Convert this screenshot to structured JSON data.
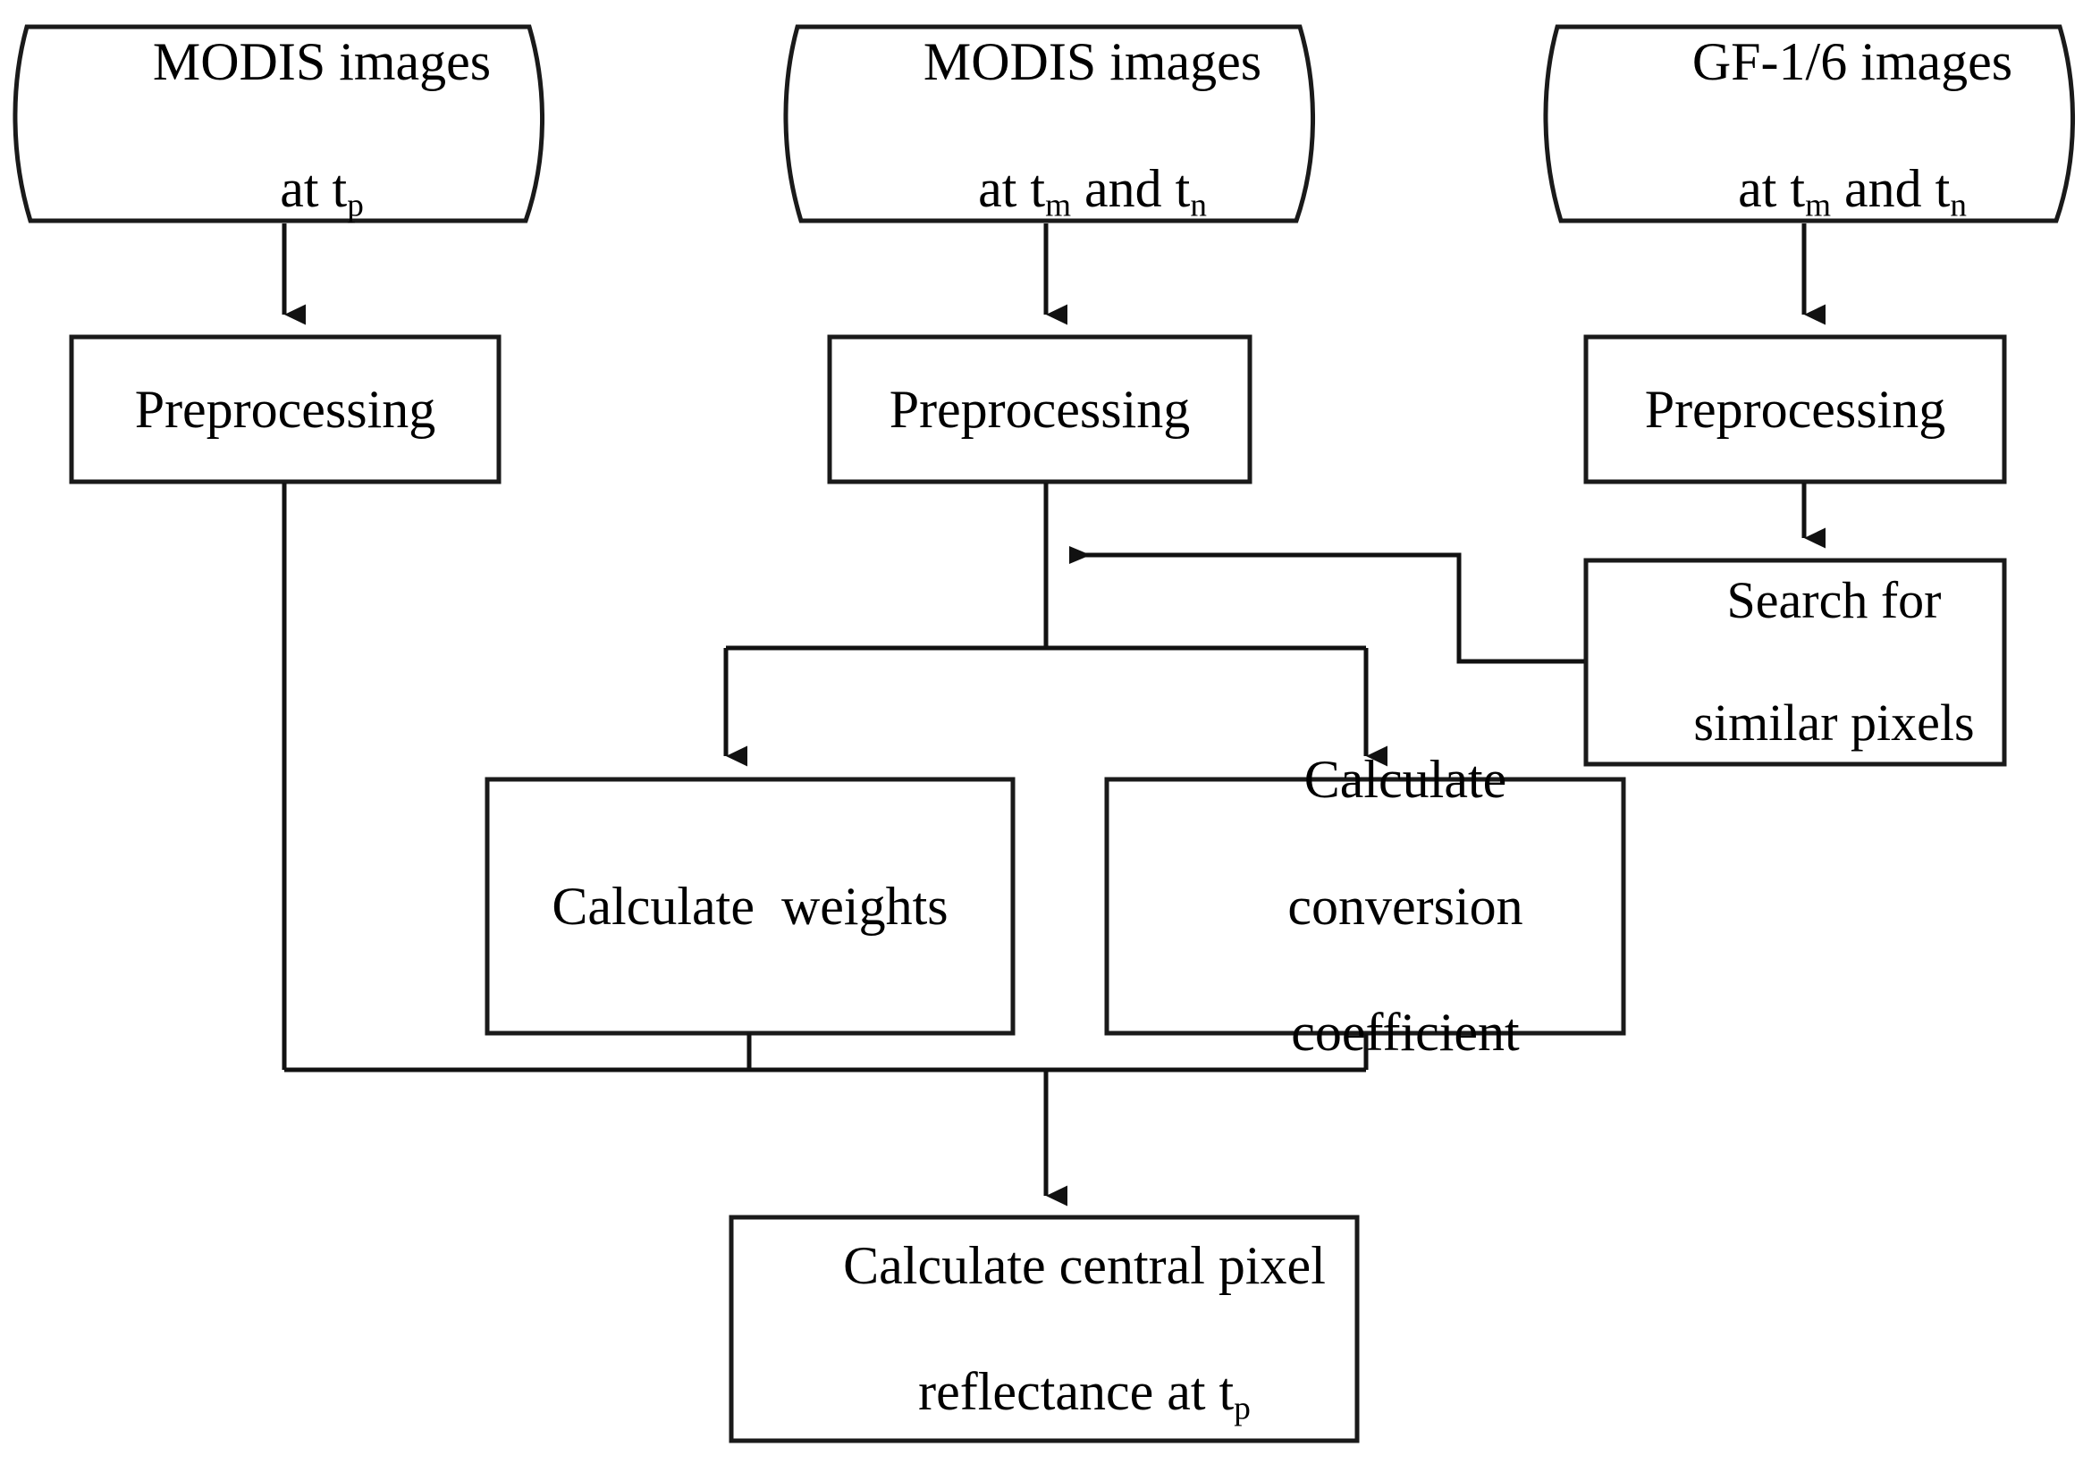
{
  "diagram": {
    "title": "Spatiotemporal fusion workflow flowchart",
    "stroke_color": "#1a1a1a",
    "fill_color": "#ffffff",
    "background": "#ffffff"
  },
  "nodes": {
    "doc_modis_tp": {
      "shape": "document-tape",
      "line1": "MODIS images",
      "line2_prefix": "at t",
      "line2_sub": "p",
      "line2_suffix": ""
    },
    "doc_modis_tmtn": {
      "shape": "document-tape",
      "line1": "MODIS images",
      "line2_prefix": "at t",
      "line2_sub": "m",
      "line2_mid": " and t",
      "line2_sub2": "n",
      "line2_suffix": ""
    },
    "doc_gf_tmtn": {
      "shape": "document-tape",
      "line1": "GF-1/6 images",
      "line2_prefix": "at t",
      "line2_sub": "m",
      "line2_mid": " and t",
      "line2_sub2": "n",
      "line2_suffix": ""
    },
    "preprocessing_left": {
      "shape": "rectangle",
      "label": "Preprocessing"
    },
    "preprocessing_middle": {
      "shape": "rectangle",
      "label": "Preprocessing"
    },
    "preprocessing_right": {
      "shape": "rectangle",
      "label": "Preprocessing"
    },
    "search_similar_pixels": {
      "shape": "rectangle",
      "line1": "Search for",
      "line2": "similar pixels"
    },
    "calculate_weights": {
      "shape": "rectangle",
      "label": "Calculate  weights"
    },
    "calculate_conversion_coefficient": {
      "shape": "rectangle",
      "line1": "Calculate",
      "line2": "conversion",
      "line3": "coefficient"
    },
    "calculate_central_pixel_reflectance": {
      "shape": "rectangle",
      "line1": "Calculate central pixel",
      "line2_prefix": "reflectance at t",
      "line2_sub": "p"
    }
  },
  "edges": [
    {
      "from": "doc_modis_tp",
      "to": "preprocessing_left",
      "arrow": "down"
    },
    {
      "from": "doc_modis_tmtn",
      "to": "preprocessing_middle",
      "arrow": "down"
    },
    {
      "from": "doc_gf_tmtn",
      "to": "preprocessing_right",
      "arrow": "down"
    },
    {
      "from": "preprocessing_right",
      "to": "search_similar_pixels",
      "arrow": "down"
    },
    {
      "from": "search_similar_pixels",
      "to": "preprocessing_middle_trunk",
      "arrow": "left"
    },
    {
      "from": "preprocessing_middle",
      "to": "calculate_weights",
      "arrow": "down"
    },
    {
      "from": "preprocessing_middle",
      "to": "calculate_conversion_coefficient",
      "arrow": "down"
    },
    {
      "from": "preprocessing_left",
      "to": "calculate_central_pixel_reflectance",
      "arrow": "none"
    },
    {
      "from": "calculate_weights",
      "to": "calculate_central_pixel_reflectance",
      "arrow": "none"
    },
    {
      "from": "calculate_conversion_coefficient",
      "to": "calculate_central_pixel_reflectance",
      "arrow": "down"
    }
  ]
}
